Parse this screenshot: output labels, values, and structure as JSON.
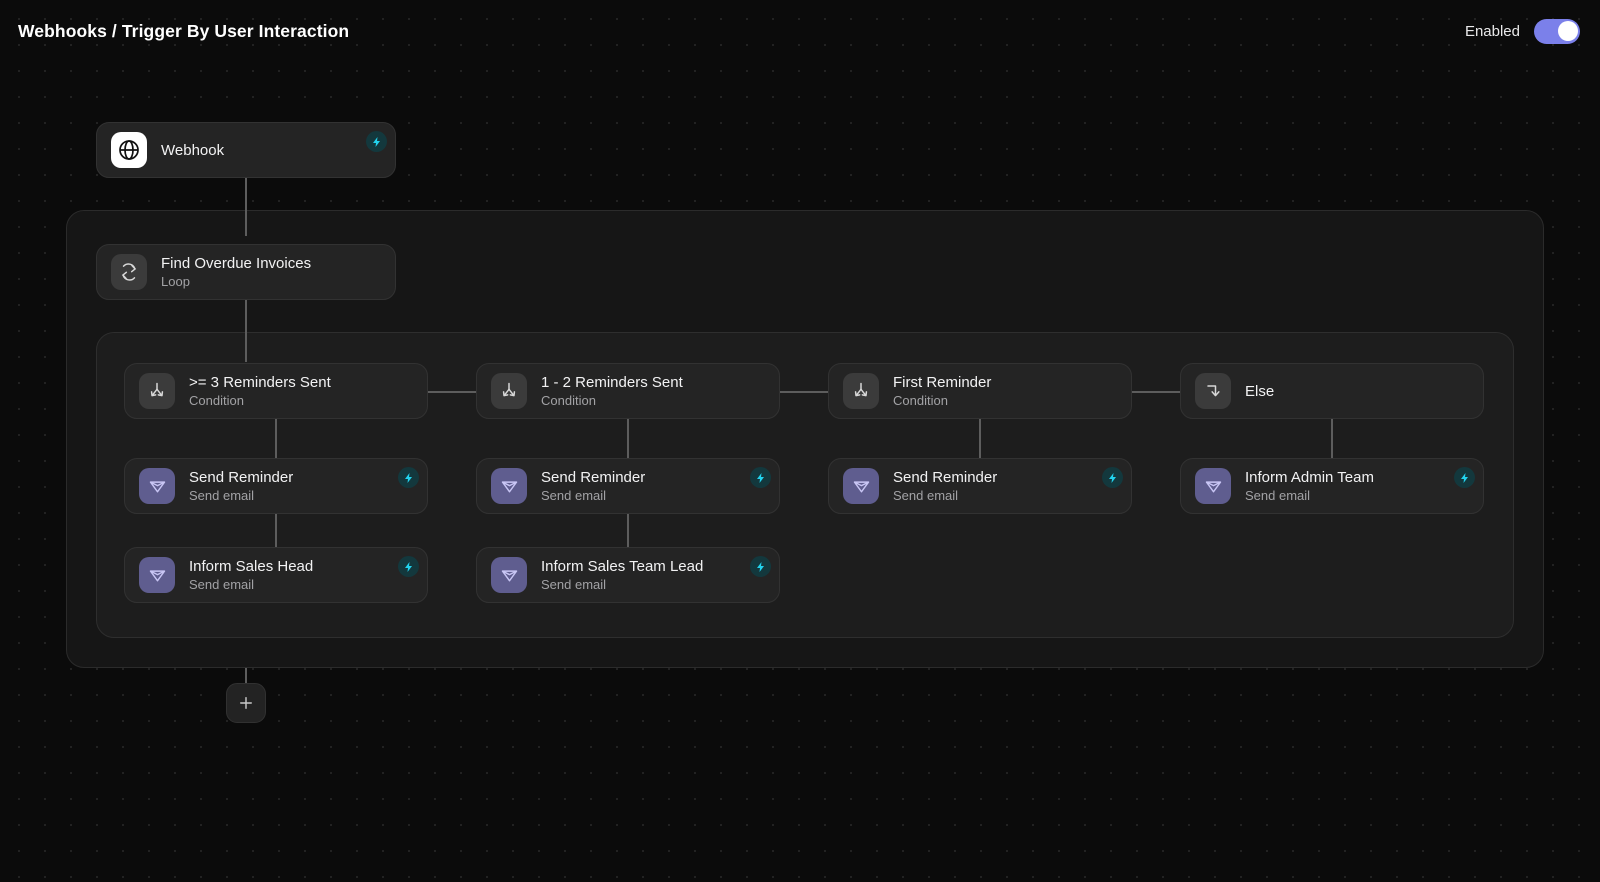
{
  "header": {
    "title": "Webhooks / Trigger By User Interaction",
    "enabled_label": "Enabled",
    "toggle_state": "on",
    "toggle_color": "#7b80ea"
  },
  "canvas": {
    "add_button_label": "+",
    "add_button_icon": "plus-icon",
    "connector_color": "#5d5d5d",
    "background_color": "#0b0b0b"
  },
  "flow": {
    "trigger": {
      "title": "Webhook",
      "subtitle": "",
      "icon": "globe-icon",
      "icon_style": "white",
      "badge": "lightning-bolt-icon",
      "badge_color": "#22d3ee"
    },
    "loop": {
      "title": "Find Overdue Invoices",
      "subtitle": "Loop",
      "icon": "loop-refresh-icon",
      "icon_style": "gray",
      "badge": null
    },
    "branches": [
      {
        "condition": {
          "title": ">= 3 Reminders Sent",
          "subtitle": "Condition",
          "icon": "branch-split-icon",
          "icon_style": "gray"
        },
        "actions": [
          {
            "title": "Send Reminder",
            "subtitle": "Send email",
            "icon": "send-email-icon",
            "icon_style": "purple",
            "badge": "lightning-bolt-icon"
          },
          {
            "title": "Inform Sales Head",
            "subtitle": "Send email",
            "icon": "send-email-icon",
            "icon_style": "purple",
            "badge": "lightning-bolt-icon"
          }
        ]
      },
      {
        "condition": {
          "title": "1 - 2 Reminders Sent",
          "subtitle": "Condition",
          "icon": "branch-split-icon",
          "icon_style": "gray"
        },
        "actions": [
          {
            "title": "Send Reminder",
            "subtitle": "Send email",
            "icon": "send-email-icon",
            "icon_style": "purple",
            "badge": "lightning-bolt-icon"
          },
          {
            "title": "Inform Sales Team Lead",
            "subtitle": "Send email",
            "icon": "send-email-icon",
            "icon_style": "purple",
            "badge": "lightning-bolt-icon"
          }
        ]
      },
      {
        "condition": {
          "title": "First Reminder",
          "subtitle": "Condition",
          "icon": "branch-split-icon",
          "icon_style": "gray"
        },
        "actions": [
          {
            "title": "Send Reminder",
            "subtitle": "Send email",
            "icon": "send-email-icon",
            "icon_style": "purple",
            "badge": "lightning-bolt-icon"
          }
        ]
      },
      {
        "condition": {
          "title": "Else",
          "subtitle": "",
          "icon": "corner-down-right-icon",
          "icon_style": "gray"
        },
        "actions": [
          {
            "title": "Inform Admin Team",
            "subtitle": "Send email",
            "icon": "send-email-icon",
            "icon_style": "purple",
            "badge": "lightning-bolt-icon"
          }
        ]
      }
    ]
  }
}
